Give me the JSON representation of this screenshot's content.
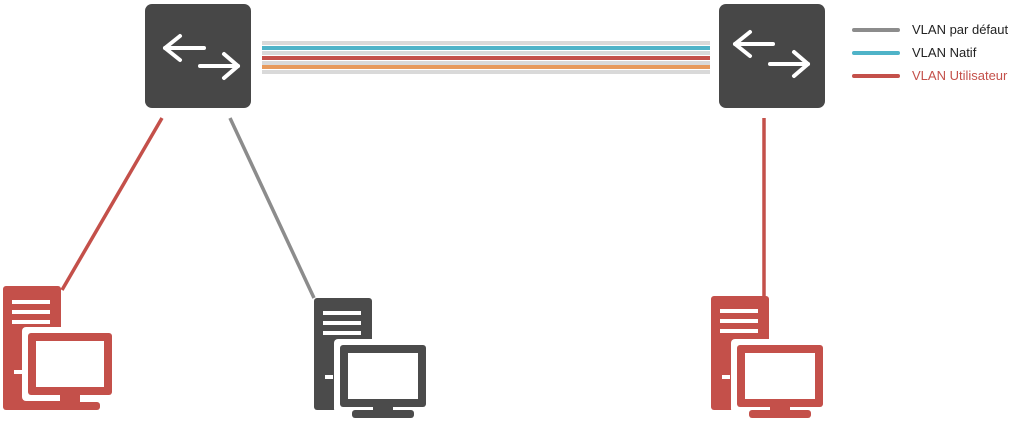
{
  "colors": {
    "switch": "#474747",
    "default_vlan": "#8c8c8c",
    "native_vlan": "#4fb3c8",
    "user_vlan": "#c4504a",
    "trunk_orange": "#e79a5c",
    "trunk_bg": "#d9d9d9",
    "computer_gray": "#4b4b4b"
  },
  "legend": {
    "items": [
      {
        "label": "VLAN par défaut",
        "color": "#8c8c8c",
        "label_color": "#222222"
      },
      {
        "label": "VLAN Natif",
        "color": "#4fb3c8",
        "label_color": "#222222"
      },
      {
        "label": "VLAN Utilisateur",
        "color": "#c4504a",
        "label_color": "#c4504a"
      }
    ]
  },
  "devices": {
    "switches": [
      "switch-left",
      "switch-right"
    ],
    "computers": [
      {
        "id": "computer-left",
        "vlan": "user"
      },
      {
        "id": "computer-middle",
        "vlan": "default"
      },
      {
        "id": "computer-right",
        "vlan": "user"
      }
    ]
  },
  "trunk": {
    "lanes": [
      "default",
      "native",
      "default",
      "user",
      "trunk_orange",
      "default"
    ]
  }
}
